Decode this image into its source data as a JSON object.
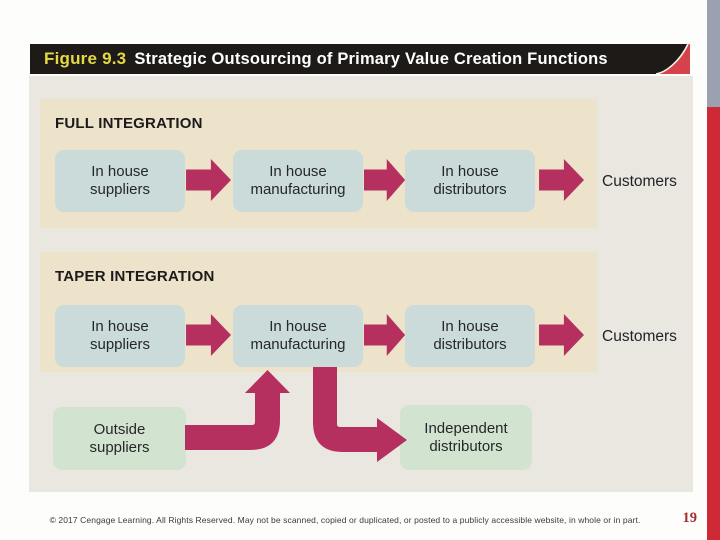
{
  "title_bar": {
    "figure_label": "Figure 9.3",
    "title": "Strategic Outsourcing of Primary Value Creation Functions"
  },
  "full_integration": {
    "heading": "FULL INTEGRATION",
    "boxes": [
      "In house suppliers",
      "In house manufacturing",
      "In house distributors"
    ],
    "customers_label": "Customers"
  },
  "taper_integration": {
    "heading": "TAPER INTEGRATION",
    "boxes": [
      "In house suppliers",
      "In house manufacturing",
      "In house distributors"
    ],
    "customers_label": "Customers",
    "outside_box": "Outside suppliers",
    "independent_box": "Independent distributors"
  },
  "footer": {
    "copyright": "© 2017 Cengage Learning. All Rights Reserved. May not be scanned, copied or duplicated, or posted to a publicly accessible website, in whole or in part.",
    "page_number": "19"
  },
  "colors": {
    "arrow_magenta": "#b5305f",
    "box_blue": "#cbdbd9",
    "box_green": "#d2e4d0",
    "panel_beige": "#ede3cb",
    "canvas_gray": "#e9e7e0",
    "edge_strip_gray": "#9ba1ae",
    "edge_strip_red": "#cd2a35",
    "title_yellow": "#e5d943",
    "title_bar_black": "#1d1a17",
    "page_number_red": "#a32c2e"
  }
}
